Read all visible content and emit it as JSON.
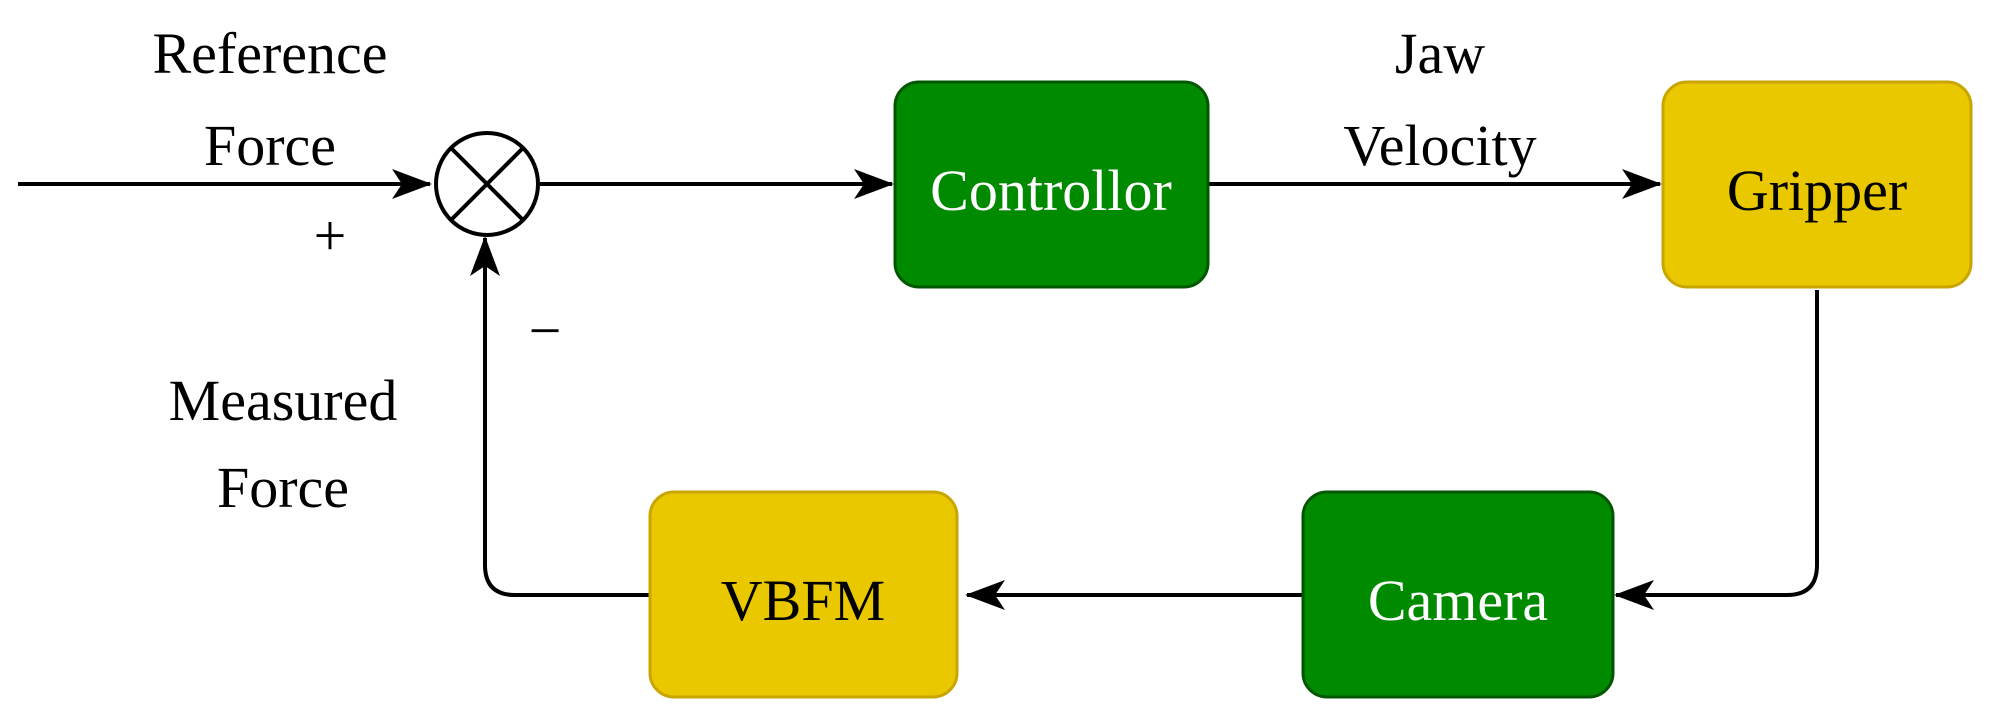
{
  "colors": {
    "green_fill": "#008a00",
    "green_stroke": "#005700",
    "yellow_fill": "#eac800",
    "yellow_stroke": "#c9a500",
    "line": "#000000",
    "green_text": "#ffffff",
    "yellow_text": "#000000"
  },
  "blocks": {
    "controller": "Controllor",
    "gripper": "Gripper",
    "camera": "Camera",
    "vbfm": "VBFM"
  },
  "labels": {
    "reference_line1": "Reference",
    "reference_line2": "Force",
    "jaw_line1": "Jaw",
    "jaw_line2": "Velocity",
    "measured_line1": "Measured",
    "measured_line2": "Force",
    "plus_sign": "+",
    "minus_sign": "−"
  },
  "icons": {
    "summing_junction": "circle-cross-icon"
  }
}
